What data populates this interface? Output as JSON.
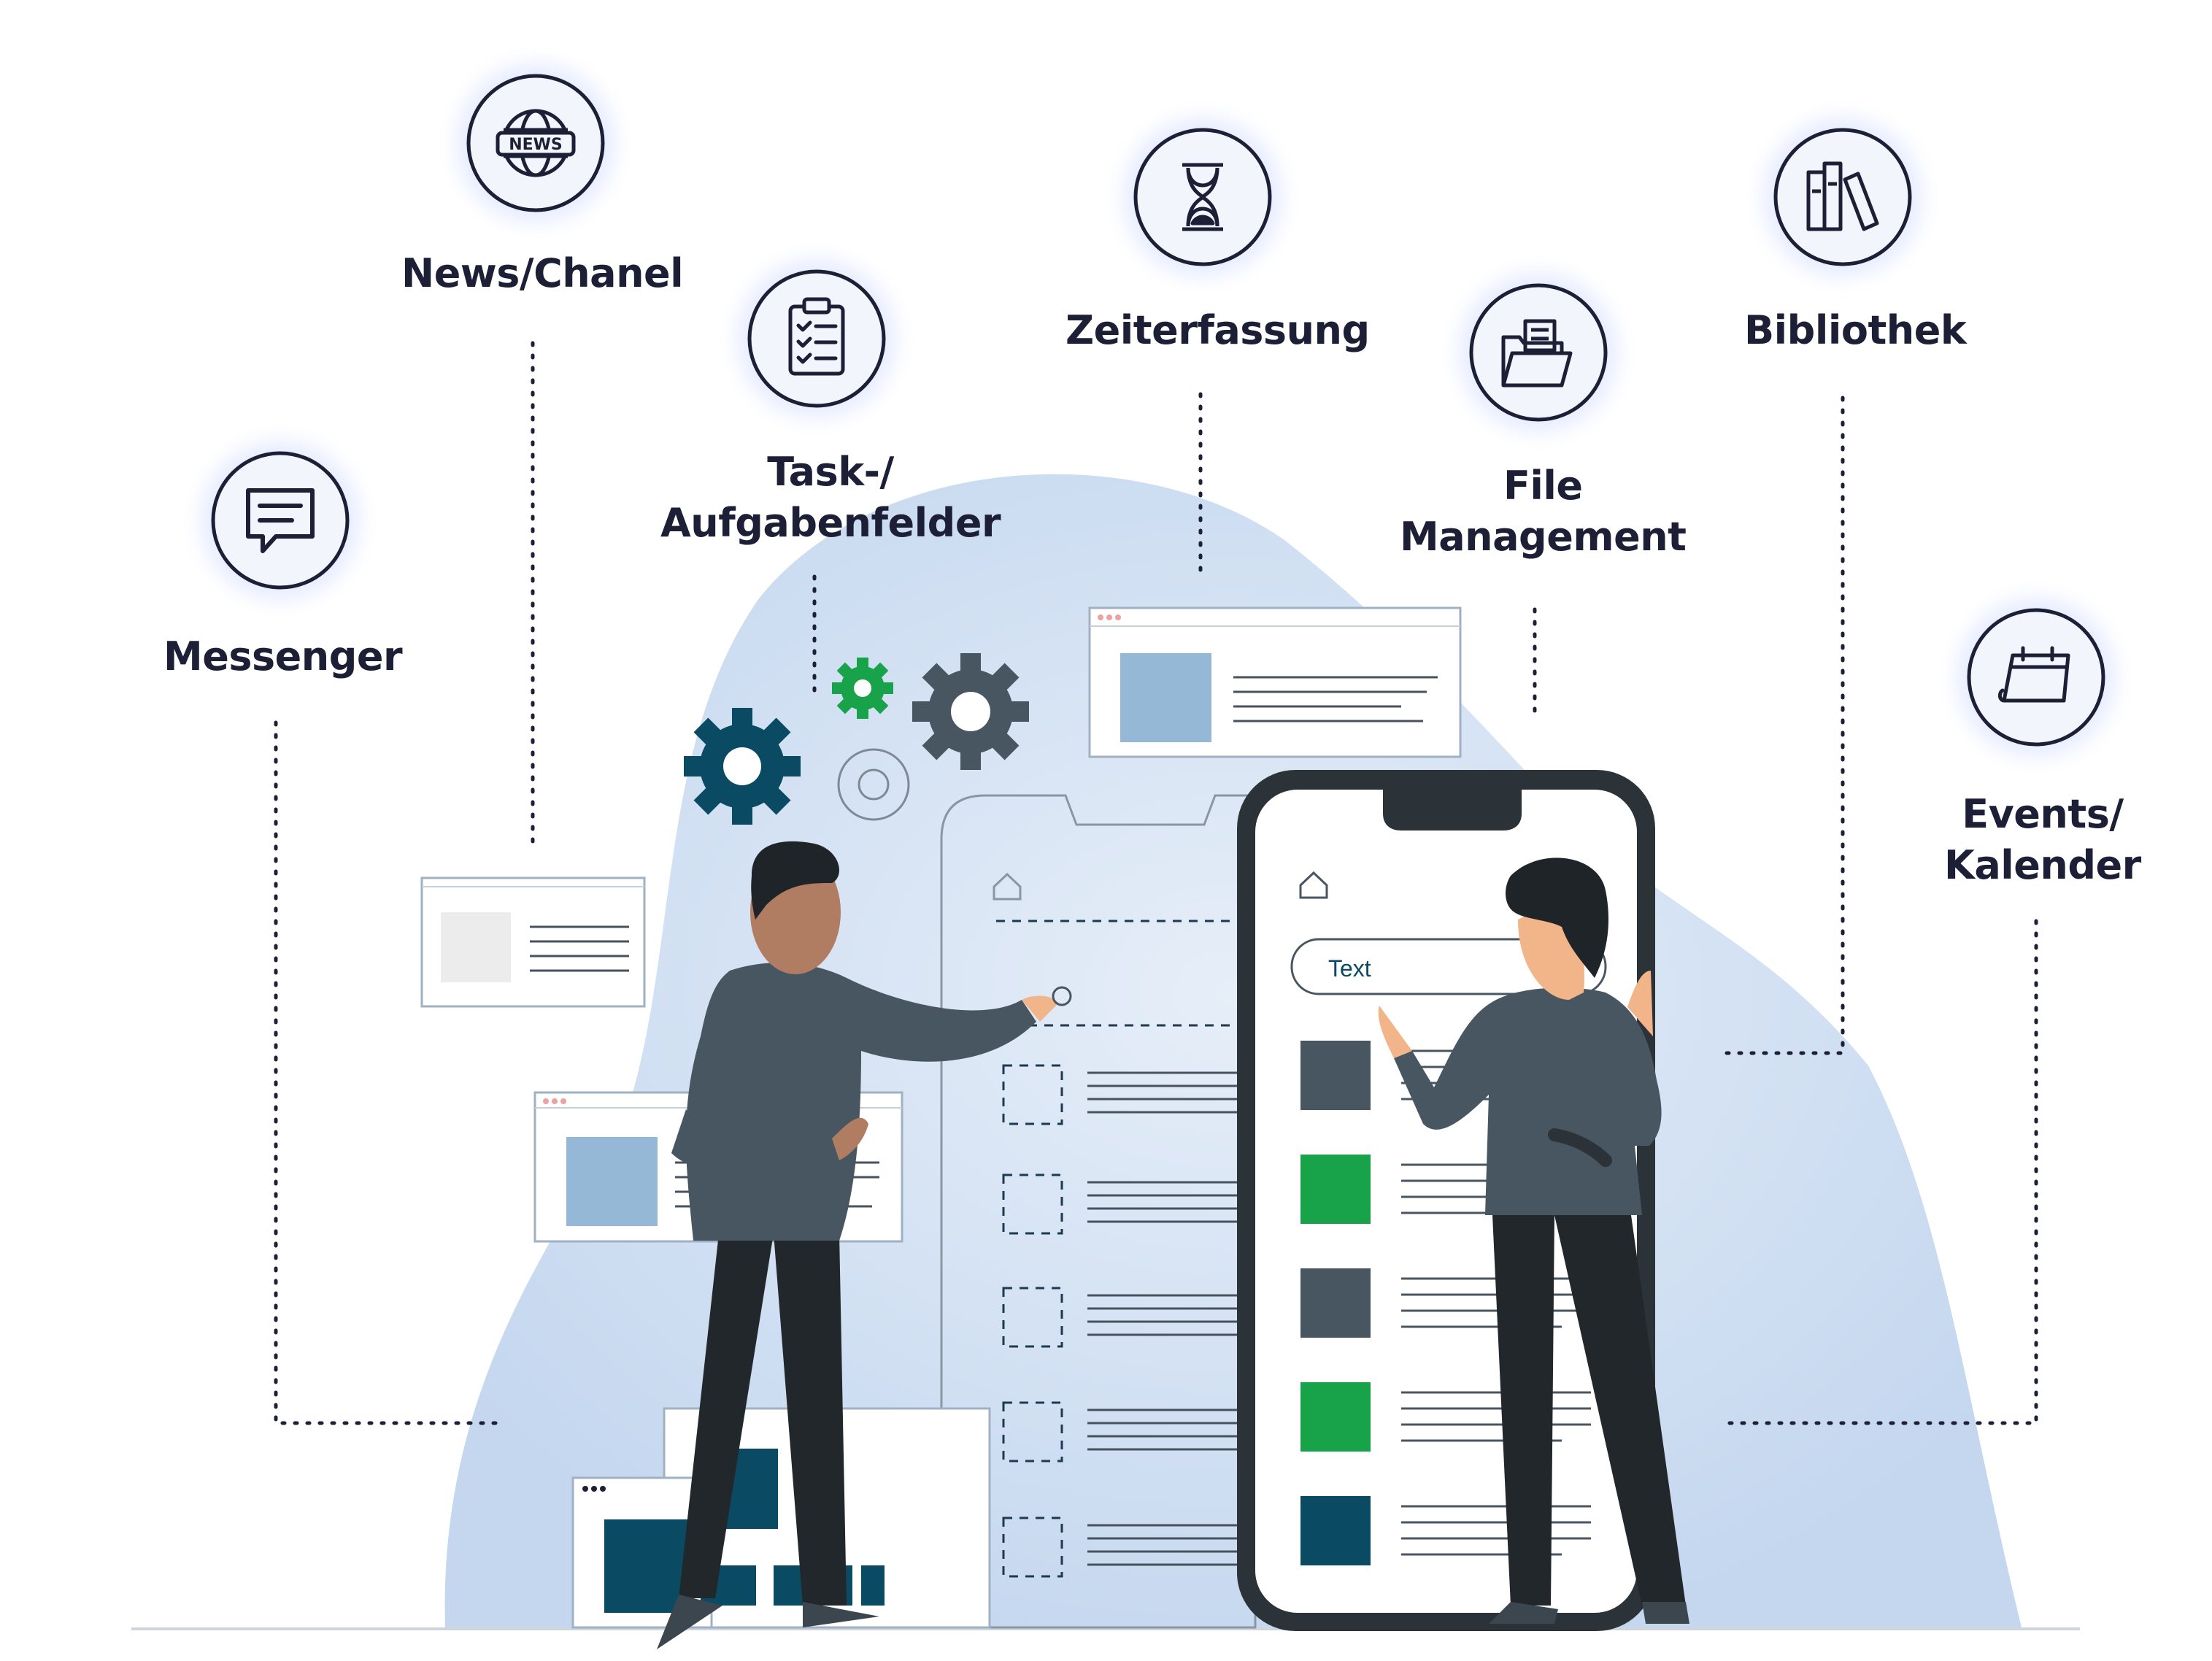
{
  "features": {
    "messenger": {
      "label": "Messenger",
      "icon": "chat-icon"
    },
    "news": {
      "label": "News/Chanel",
      "icon": "globe-news-icon",
      "badge": "NEWS"
    },
    "tasks": {
      "label_line1": "Task-/",
      "label_line2": "Aufgabenfelder",
      "icon": "clipboard-checklist-icon"
    },
    "time": {
      "label": "Zeiterfassung",
      "icon": "hourglass-icon"
    },
    "files": {
      "label_line1": "File",
      "label_line2": "Management",
      "icon": "folder-icon"
    },
    "library": {
      "label": "Bibliothek",
      "icon": "books-icon"
    },
    "events": {
      "label_line1": "Events/",
      "label_line2": "Kalender",
      "icon": "calendar-icon"
    }
  },
  "phone": {
    "input_text": "Text"
  },
  "colors": {
    "navy": "#1c1f35",
    "icon_ring": "#1c1f35",
    "icon_bg": "#f2f5fb",
    "blob": "#cfdff2",
    "green": "#18a34a",
    "slate": "#485661",
    "teal": "#0a4a63",
    "placeholder_blue": "#94b8d6"
  }
}
